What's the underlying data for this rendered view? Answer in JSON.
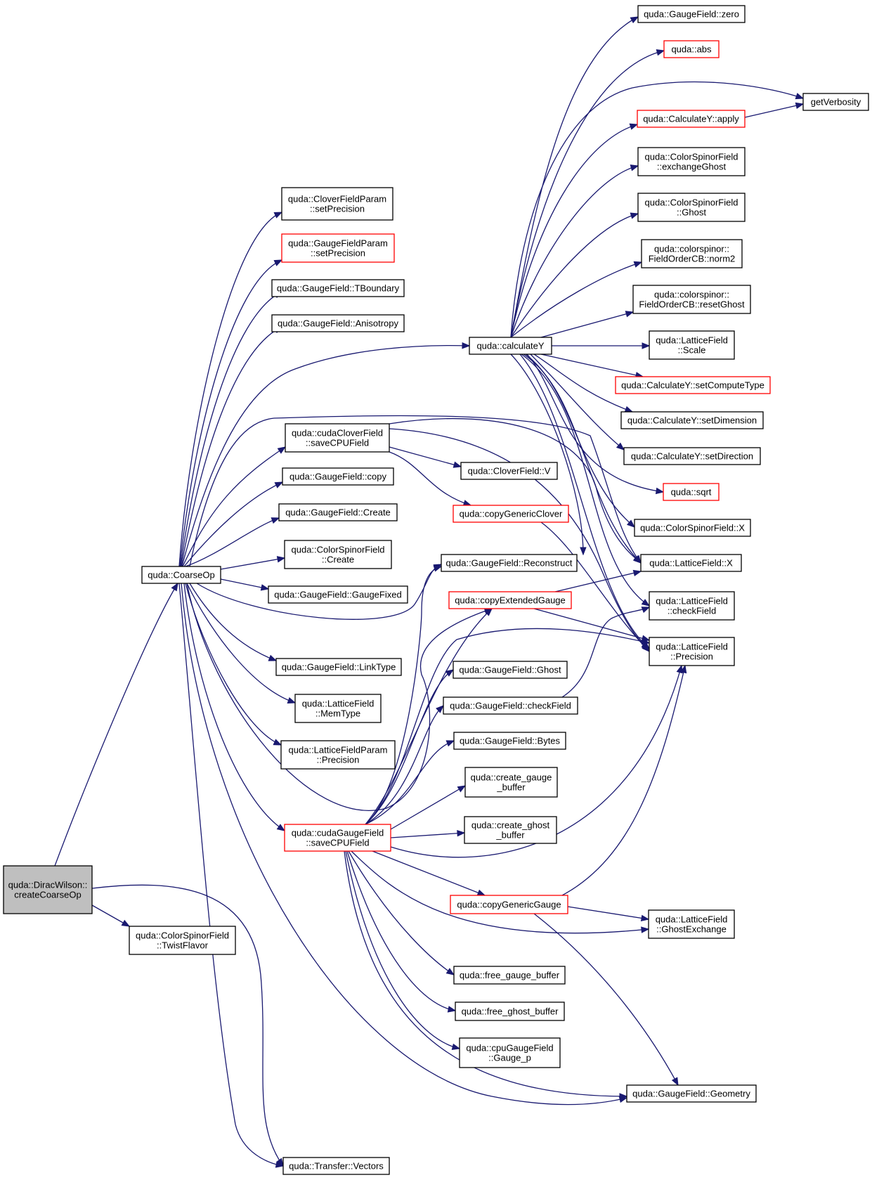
{
  "colors": {
    "edge": "#191970",
    "border": "#000000",
    "border_truncated": "#ff0000",
    "root_fill": "#bfbfbf"
  },
  "nodes": {
    "diracwilson": {
      "lines": [
        "quda::DiracWilson::",
        "createCoarseOp"
      ]
    },
    "coarseop": {
      "lines": [
        "quda::CoarseOp"
      ]
    },
    "twistflavor": {
      "lines": [
        "quda::ColorSpinorField",
        "::TwistFlavor"
      ]
    },
    "transfer_vectors": {
      "lines": [
        "quda::Transfer::Vectors"
      ]
    },
    "clover_setprec": {
      "lines": [
        "quda::CloverFieldParam",
        "::setPrecision"
      ]
    },
    "gauge_setprec": {
      "lines": [
        "quda::GaugeFieldParam",
        "::setPrecision"
      ]
    },
    "tboundary": {
      "lines": [
        "quda::GaugeField::TBoundary"
      ]
    },
    "anisotropy": {
      "lines": [
        "quda::GaugeField::Anisotropy"
      ]
    },
    "calculatey": {
      "lines": [
        "quda::calculateY"
      ]
    },
    "cudaclover_save": {
      "lines": [
        "quda::cudaCloverField",
        "::saveCPUField"
      ]
    },
    "gf_copy": {
      "lines": [
        "quda::GaugeField::copy"
      ]
    },
    "gf_create": {
      "lines": [
        "quda::GaugeField::Create"
      ]
    },
    "csf_create": {
      "lines": [
        "quda::ColorSpinorField",
        "::Create"
      ]
    },
    "gf_gaugefixed": {
      "lines": [
        "quda::GaugeField::GaugeFixed"
      ]
    },
    "gf_linktype": {
      "lines": [
        "quda::GaugeField::LinkType"
      ]
    },
    "lf_memtype": {
      "lines": [
        "quda::LatticeField",
        "::MemType"
      ]
    },
    "lfparam_prec": {
      "lines": [
        "quda::LatticeFieldParam",
        "::Precision"
      ]
    },
    "cudagauge_save": {
      "lines": [
        "quda::cudaGaugeField",
        "::saveCPUField"
      ]
    },
    "gf_zero": {
      "lines": [
        "quda::GaugeField::zero"
      ]
    },
    "abs": {
      "lines": [
        "quda::abs"
      ]
    },
    "getverbosity": {
      "lines": [
        "getVerbosity"
      ]
    },
    "cy_apply": {
      "lines": [
        "quda::CalculateY::apply"
      ]
    },
    "csf_exchangeghost": {
      "lines": [
        "quda::ColorSpinorField",
        "::exchangeGhost"
      ]
    },
    "csf_ghost": {
      "lines": [
        "quda::ColorSpinorField",
        "::Ghost"
      ]
    },
    "focb_norm2": {
      "lines": [
        "quda::colorspinor::",
        "FieldOrderCB::norm2"
      ]
    },
    "focb_resetghost": {
      "lines": [
        "quda::colorspinor::",
        "FieldOrderCB::resetGhost"
      ]
    },
    "lf_scale": {
      "lines": [
        "quda::LatticeField",
        "::Scale"
      ]
    },
    "cy_setcomputetype": {
      "lines": [
        "quda::CalculateY::setComputeType"
      ]
    },
    "cy_setdimension": {
      "lines": [
        "quda::CalculateY::setDimension"
      ]
    },
    "cy_setdirection": {
      "lines": [
        "quda::CalculateY::setDirection"
      ]
    },
    "sqrt": {
      "lines": [
        "quda::sqrt"
      ]
    },
    "csf_x": {
      "lines": [
        "quda::ColorSpinorField::X"
      ]
    },
    "lf_x": {
      "lines": [
        "quda::LatticeField::X"
      ]
    },
    "lf_checkfield": {
      "lines": [
        "quda::LatticeField",
        "::checkField"
      ]
    },
    "lf_precision": {
      "lines": [
        "quda::LatticeField",
        "::Precision"
      ]
    },
    "cloverfield_v": {
      "lines": [
        "quda::CloverField::V"
      ]
    },
    "copygenericclover": {
      "lines": [
        "quda::copyGenericClover"
      ]
    },
    "gf_reconstruct": {
      "lines": [
        "quda::GaugeField::Reconstruct"
      ]
    },
    "copyextendedgauge": {
      "lines": [
        "quda::copyExtendedGauge"
      ]
    },
    "gf_ghost": {
      "lines": [
        "quda::GaugeField::Ghost"
      ]
    },
    "gf_checkfield": {
      "lines": [
        "quda::GaugeField::checkField"
      ]
    },
    "gf_bytes": {
      "lines": [
        "quda::GaugeField::Bytes"
      ]
    },
    "create_gauge_buffer": {
      "lines": [
        "quda::create_gauge",
        "_buffer"
      ]
    },
    "create_ghost_buffer": {
      "lines": [
        "quda::create_ghost",
        "_buffer"
      ]
    },
    "copygenericgauge": {
      "lines": [
        "quda::copyGenericGauge"
      ]
    },
    "lf_ghostexchange": {
      "lines": [
        "quda::LatticeField",
        "::GhostExchange"
      ]
    },
    "free_gauge_buffer": {
      "lines": [
        "quda::free_gauge_buffer"
      ]
    },
    "free_ghost_buffer": {
      "lines": [
        "quda::free_ghost_buffer"
      ]
    },
    "cpugauge_gauge_p": {
      "lines": [
        "quda::cpuGaugeField",
        "::Gauge_p"
      ]
    },
    "gf_geometry": {
      "lines": [
        "quda::GaugeField::Geometry"
      ]
    }
  }
}
